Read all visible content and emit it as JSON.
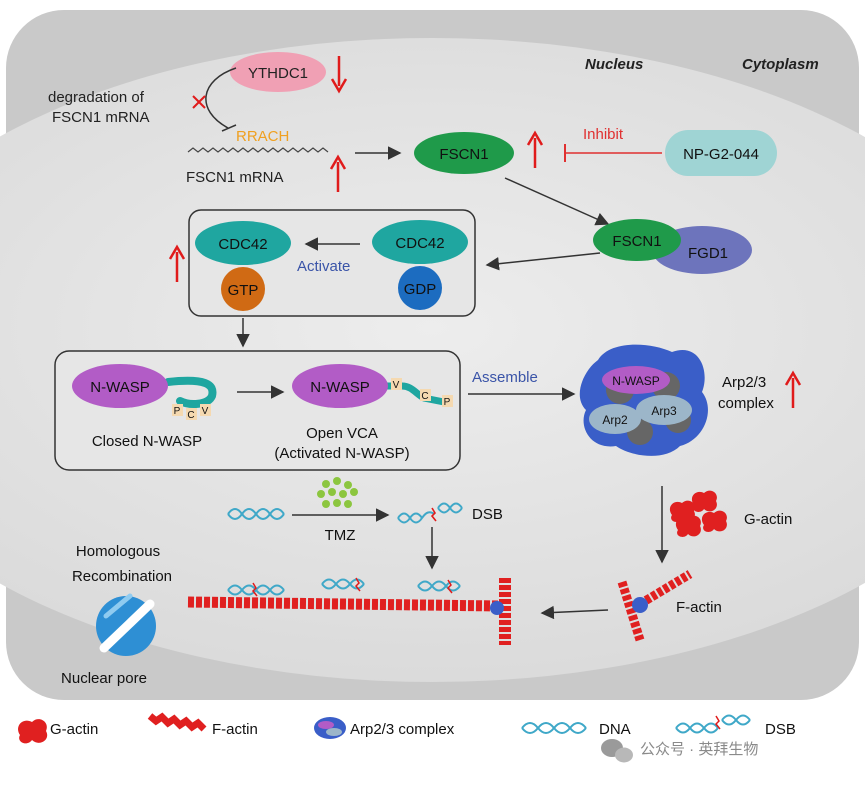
{
  "regions": {
    "nucleus": "Nucleus",
    "cytoplasm": "Cytoplasm"
  },
  "nodes": {
    "ythdc1": "YTHDC1",
    "degradation_line1": "degradation of",
    "degradation_line2": "FSCN1 mRNA",
    "rrach": "RRACH",
    "fscn1_mrna": "FSCN1 mRNA",
    "fscn1": "FSCN1",
    "inhibit": "Inhibit",
    "np_g2_044": "NP-G2-044",
    "fscn1_complex": "FSCN1",
    "fgd1": "FGD1",
    "cdc42_gtp_top": "CDC42",
    "gtp": "GTP",
    "activate": "Activate",
    "cdc42_gdp_top": "CDC42",
    "gdp": "GDP",
    "nwasp_closed": "N-WASP",
    "closed_p": "P",
    "closed_c": "C",
    "closed_v": "V",
    "closed_label": "Closed N-WASP",
    "nwasp_open": "N-WASP",
    "open_v": "V",
    "open_c": "C",
    "open_p": "P",
    "open_label_line1": "Open VCA",
    "open_label_line2": "(Activated N-WASP)",
    "assemble": "Assemble",
    "arp_nwasp": "N-WASP",
    "arp2": "Arp2",
    "arp3": "Arp3",
    "arp_label_line1": "Arp2/3",
    "arp_label_line2": "complex",
    "tmz": "TMZ",
    "dsb": "DSB",
    "g_actin": "G-actin",
    "f_actin": "F-actin",
    "hr_line1": "Homologous",
    "hr_line2": "Recombination",
    "nuclear_pore": "Nuclear pore"
  },
  "legend": {
    "g_actin": "G-actin",
    "f_actin": "F-actin",
    "arp23": "Arp2/3 complex",
    "dna": "DNA",
    "dsb": "DSB",
    "watermark": "公众号 · 英拜生物"
  },
  "colors": {
    "up_arrow": "#e01b1b",
    "inhibit": "#e03030",
    "activate_text": "#3a54a8",
    "fscn1": "#1f9a4a",
    "cdc42": "#1fa6a0",
    "gtp": "#d06a14",
    "gdp": "#1c6cc0",
    "nwasp": "#b25cc6",
    "ythdc1": "#f0a0b4",
    "np_g2_044": "#9fd4d4",
    "fgd1": "#6d74bc",
    "arp_blob": "#3a5ec8",
    "actin": "#e02020",
    "dna": "#3fa8c8"
  },
  "icons": [
    "up-arrow-icon",
    "down-arrow-icon",
    "x-mark-icon",
    "nuclear-pore-icon",
    "dna-icon",
    "dsb-icon",
    "g-actin-icon",
    "f-actin-icon",
    "arp23-complex-icon",
    "tmz-dots-icon",
    "wechat-icon"
  ]
}
